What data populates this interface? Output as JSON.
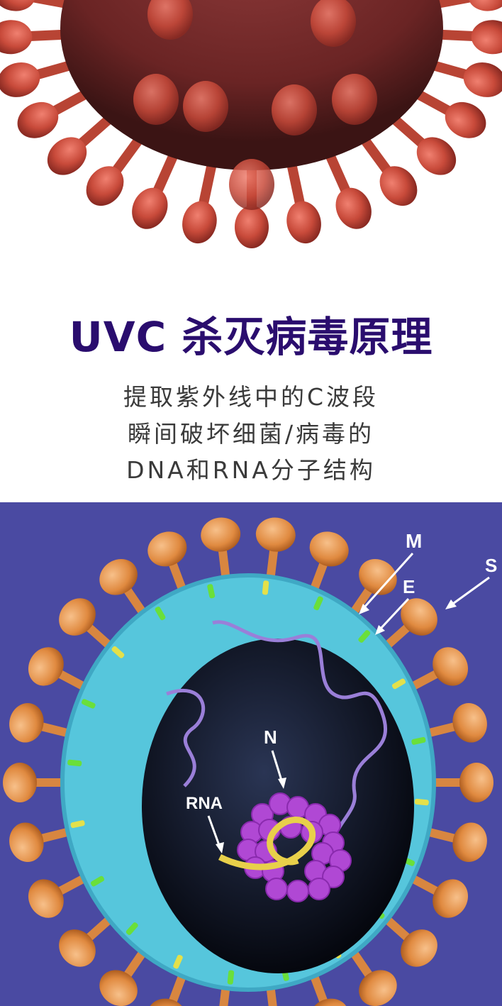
{
  "headline": "UVC 杀灭病毒原理",
  "description": [
    "提取紫外线中的C波段",
    "瞬间破坏细菌/病毒的",
    "DNA和RNA分子结构"
  ],
  "diagram_labels": {
    "m": "M",
    "e": "E",
    "s": "S",
    "n": "N",
    "rna": "RNA"
  },
  "colors": {
    "headline": "#2a0d6e",
    "virus_red": "#c24a3c",
    "diagram_bg": "#4a4aa2",
    "spike_orange": "#e4934c",
    "membrane_cyan": "#56c6dc"
  }
}
